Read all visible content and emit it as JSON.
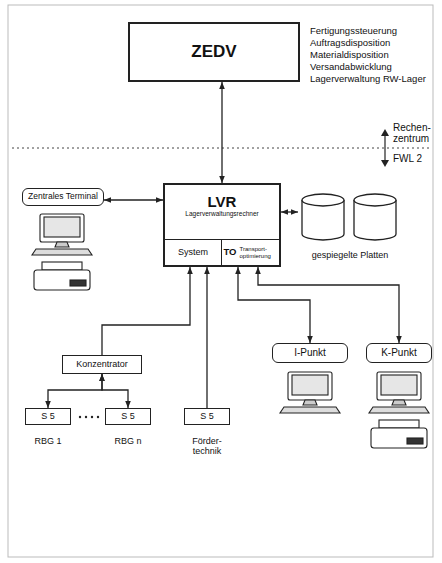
{
  "diagram": {
    "nodes": [
      {
        "text": [
          "ZEDV"
        ]
      },
      {
        "text": [
          "LVR",
          "Lagerverwaltungsrechner"
        ]
      },
      {
        "text": [
          "System"
        ],
        "in": 1
      },
      {
        "text": [
          "TO",
          "Transport- optimierung"
        ],
        "in": 1
      },
      {
        "text": [
          "Zentrales Terminal"
        ]
      },
      {
        "text": [
          "gespiegelte Platten"
        ]
      },
      {
        "text": [
          "Konzentrator"
        ]
      },
      {
        "text": [
          "I-Punkt"
        ]
      },
      {
        "text": [
          "K-Punkt"
        ]
      },
      {
        "text": [
          "S 5",
          "RBG 1"
        ]
      },
      {
        "text": [
          "S 5",
          "RBG n"
        ]
      },
      {
        "text": [
          "S 5",
          "Förder- technik"
        ]
      }
    ],
    "edges": [
      {
        "from": 0,
        "to": 1,
        "arrow": "both"
      },
      {
        "from": 4,
        "to": 1,
        "arrow": "both"
      },
      {
        "from": 1,
        "to": 5,
        "arrow": "both"
      },
      {
        "from": 6,
        "to": 1,
        "arrow": "to"
      },
      {
        "from": 9,
        "to": 6,
        "arrow": "both"
      },
      {
        "from": 10,
        "to": 6,
        "arrow": "both"
      },
      {
        "from": 11,
        "to": 1,
        "arrow": "to"
      },
      {
        "from": 1,
        "to": 7,
        "arrow": "both"
      },
      {
        "from": 1,
        "to": 8,
        "arrow": "both"
      }
    ],
    "labels": [
      "Fertigungssteuerung",
      "Auftragsdisposition",
      "Materialdisposition",
      "Versandabwicklung",
      "Lagerverwaltung RW-Lager",
      "Rechen- zentrum",
      "FWL 2"
    ]
  }
}
